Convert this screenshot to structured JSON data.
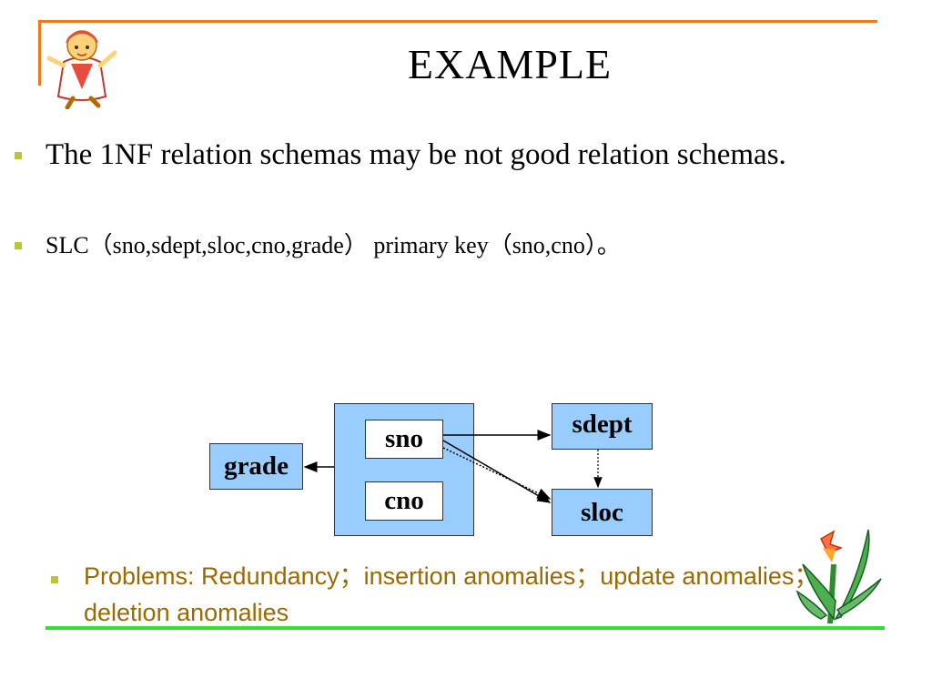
{
  "slide": {
    "title": "EXAMPLE",
    "bullet1": "The 1NF relation schemas may be not good relation schemas.",
    "bullet2": "SLC（sno,sdept,sloc,cno,grade） primary key（sno,cno）。",
    "bullet3": "Problems: Redundancy；insertion anomalies；update anomalies；deletion anomalies"
  },
  "diagram": {
    "sno": "sno",
    "cno": "cno",
    "grade": "grade",
    "sdept": "sdept",
    "sloc": "sloc"
  },
  "colors": {
    "frame": "#f07a1a",
    "bullet": "#b8c63a",
    "box_fill": "#99ccff",
    "problems_text": "#9a6a00",
    "underline": "#33dd33"
  },
  "decorations": {
    "top_left": "cartoon-girl-icon",
    "bottom_right": "flower-plant-icon"
  }
}
